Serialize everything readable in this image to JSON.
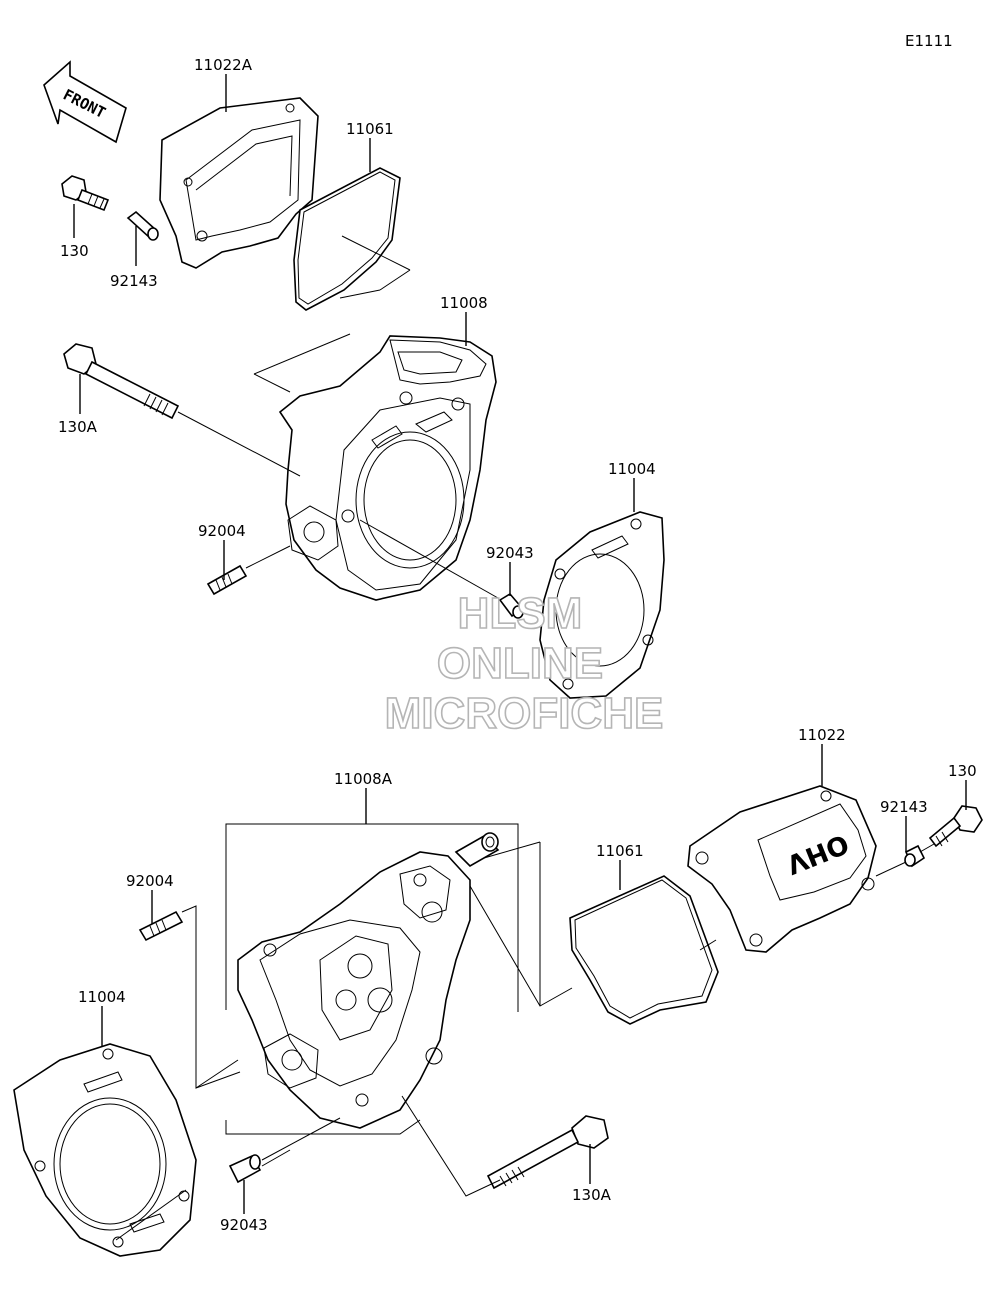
{
  "diagram_code": "E1111",
  "front_label": "FRONT",
  "watermark": [
    "HLSM",
    "ONLINE",
    "MICROFICHE"
  ],
  "valve_cover_marking": "OHV",
  "callouts": {
    "c11022A": "11022A",
    "c11061_top": "11061",
    "c130_top": "130",
    "c92143_top": "92143",
    "c11008": "11008",
    "c130A_top": "130A",
    "c92004_top": "92004",
    "c92043_top": "92043",
    "c11004_top": "11004",
    "c11022": "11022",
    "c130_bot": "130",
    "c92143_bot": "92143",
    "c11061_bot": "11061",
    "c11008A": "11008A",
    "c92004_bot": "92004",
    "c11004_bot": "11004",
    "c130A_bot": "130A",
    "c92043_bot": "92043"
  }
}
